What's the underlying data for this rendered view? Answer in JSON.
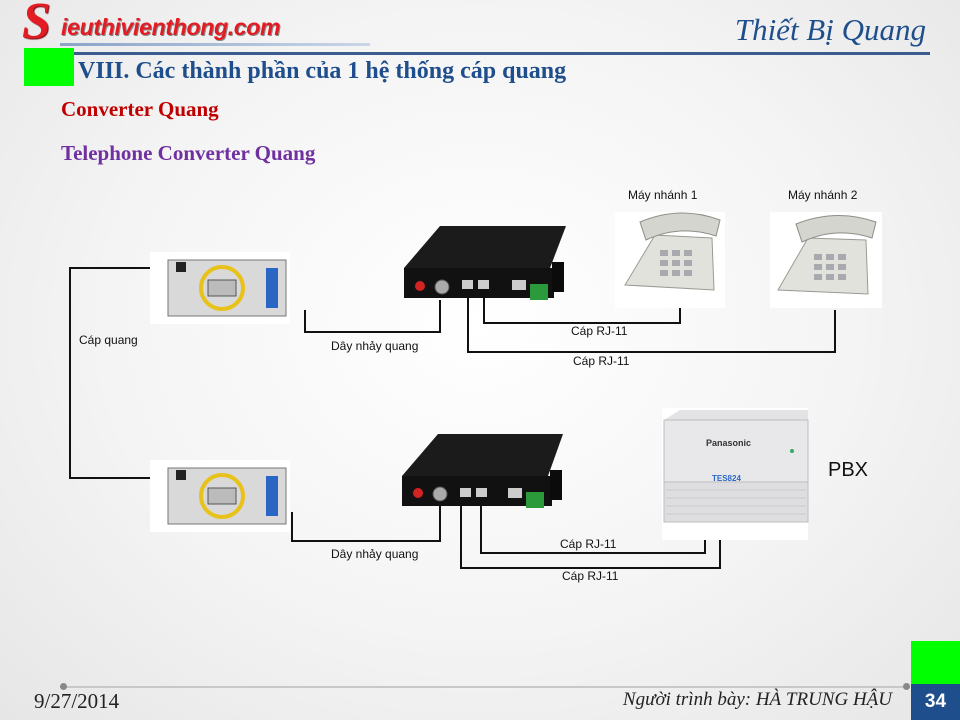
{
  "logo": {
    "initial": "S",
    "rest": "ieuthivienthong.com"
  },
  "header": {
    "title": "Thiết Bị Quang"
  },
  "section_title": "VIII. Các thành phần của 1 hệ thống cáp quang",
  "subtitles": {
    "converter": "Converter Quang",
    "telephone": "Telephone Converter Quang"
  },
  "diagram": {
    "labels": {
      "phone1": "Máy nhánh 1",
      "phone2": "Máy nhánh 2",
      "cap_quang": "Cáp quang",
      "day_nhay_top": "Dây nhảy quang",
      "day_nhay_bottom": "Dây nhảy quang",
      "rj11_top_1": "Cáp RJ-11",
      "rj11_top_2": "Cáp RJ-11",
      "rj11_bottom_1": "Cáp RJ-11",
      "rj11_bottom_2": "Cáp RJ-11",
      "pbx": "PBX",
      "pbx_brand": "Panasonic",
      "pbx_model": "TES824"
    }
  },
  "footer": {
    "date": "9/27/2014",
    "presenter": "Người trình bày: HÀ TRUNG HẬU",
    "page": "34"
  },
  "colors": {
    "title_blue": "#1f4e8c",
    "red": "#c00000",
    "purple": "#7030a0",
    "green": "#00ff00"
  }
}
